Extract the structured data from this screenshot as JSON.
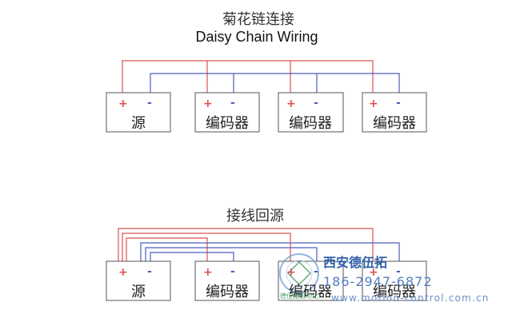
{
  "diagram": {
    "section1": {
      "title_cn": "菊花链连接",
      "title_en": "Daisy Chain Wiring",
      "boxes": [
        "源",
        "编码器",
        "编码器",
        "编码器"
      ]
    },
    "section2": {
      "title_cn": "接线回源",
      "boxes": [
        "源",
        "编码器",
        "编码器",
        "编码器"
      ]
    },
    "terminals": {
      "positive": "+",
      "negative": "-"
    },
    "colors": {
      "positive_wire": "#d9534f",
      "negative_wire": "#4a5fbf",
      "box_border": "#555555"
    }
  },
  "watermark": {
    "company": "西安德伍拓",
    "phone": "186-2947-6872",
    "url": "www.motion-control.com.cn",
    "logo_text": "德伍拓自动化"
  }
}
